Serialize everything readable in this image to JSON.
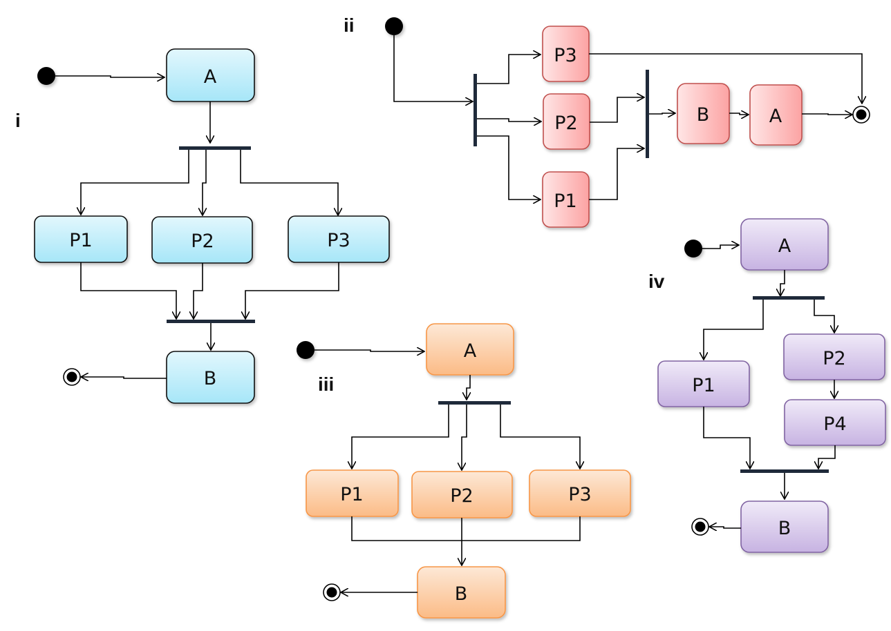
{
  "diagrams": [
    {
      "id": "i",
      "label": "i",
      "theme": "blue",
      "nodes": {
        "A": "A",
        "P1": "P1",
        "P2": "P2",
        "P3": "P3",
        "B": "B"
      }
    },
    {
      "id": "ii",
      "label": "ii",
      "theme": "red",
      "nodes": {
        "P3": "P3",
        "P2": "P2",
        "P1": "P1",
        "B": "B",
        "A": "A"
      }
    },
    {
      "id": "iii",
      "label": "iii",
      "theme": "orange",
      "nodes": {
        "A": "A",
        "P1": "P1",
        "P2": "P2",
        "P3": "P3",
        "B": "B"
      }
    },
    {
      "id": "iv",
      "label": "iv",
      "theme": "purple",
      "nodes": {
        "A": "A",
        "P1": "P1",
        "P2": "P2",
        "P4": "P4",
        "B": "B"
      }
    }
  ],
  "themes": {
    "blue": {
      "top": "#e2f7fd",
      "bottom": "#a6e6f8",
      "stroke": "#111111"
    },
    "red": {
      "left": "#ffe4e4",
      "right": "#fca5a5",
      "stroke": "#c0504d"
    },
    "orange": {
      "top": "#fde6d3",
      "bottom": "#fbbd8a",
      "stroke": "#f79646"
    },
    "purple": {
      "top": "#efe8f7",
      "bottom": "#c8b5e3",
      "stroke": "#8064a2"
    }
  }
}
